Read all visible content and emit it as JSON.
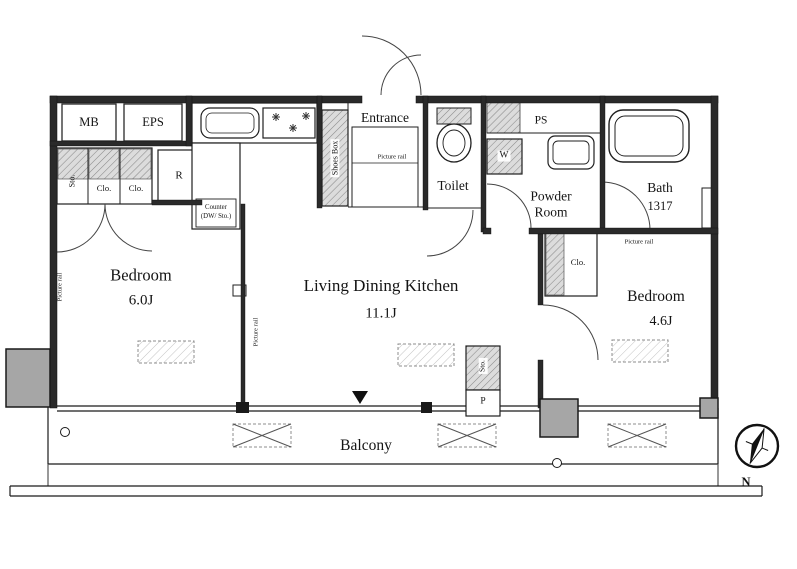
{
  "plan": {
    "utility": {
      "mb": "MB",
      "eps": "EPS",
      "ps": "PS"
    },
    "rooms": {
      "entrance": "Entrance",
      "toilet": "Toilet",
      "powder_room": "Powder Room",
      "bath": "Bath",
      "bath_size": "1317",
      "bedroom_left": "Bedroom",
      "bedroom_left_size": "6.0J",
      "ldk": "Living Dining Kitchen",
      "ldk_size": "11.1J",
      "bedroom_right": "Bedroom",
      "bedroom_right_size": "4.6J",
      "balcony": "Balcony"
    },
    "storage": {
      "sto": "Sto.",
      "clo": "Clo.",
      "shoes_box": "Shoes Box",
      "counter_line1": "Counter",
      "counter_line2": "(DW/ Sto.)"
    },
    "fixtures": {
      "refrigerator": "R",
      "washer": "W",
      "pipe": "P"
    },
    "annotations": {
      "picture_rail": "Picture rail",
      "north": "N"
    },
    "colors": {
      "wall": "#2a2a2a",
      "pillar": "#a6a6a6",
      "hatch_bg": "#dcdcdc"
    }
  }
}
